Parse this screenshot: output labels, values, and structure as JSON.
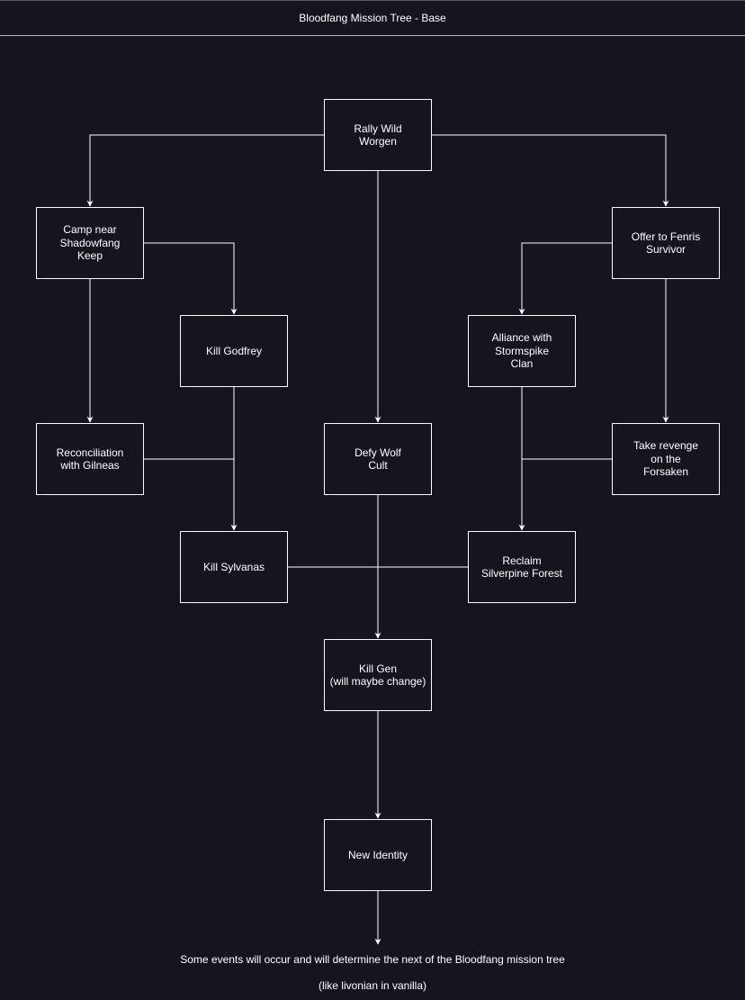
{
  "header": {
    "title": "Bloodfang Mission Tree - Base"
  },
  "nodes": {
    "rally_wild_worgen": "Rally Wild\nWorgen",
    "camp_near_shadowfang_keep": "Camp near\nShadowfang\nKeep",
    "offer_to_fenris_survivor": "Offer to Fenris\nSurvivor",
    "kill_godfrey": "Kill Godfrey",
    "alliance_with_stormspike_clan": "Alliance with\nStormspike\nClan",
    "reconciliation_with_gilneas": "Reconciliation\nwith Gilneas",
    "defy_wolf_cult": "Defy Wolf\nCult",
    "take_revenge_on_the_forsaken": "Take revenge\non the\nForsaken",
    "kill_sylvanas": "Kill Sylvanas",
    "reclaim_silverpine_forest": "Reclaim\nSilverpine Forest",
    "kill_gen": "Kill Gen\n(will maybe change)",
    "new_identity": "New Identity"
  },
  "footer": {
    "line1": "Some events will occur and will determine the next of the Bloodfang mission tree",
    "line2": "(like livonian in vanilla)"
  }
}
